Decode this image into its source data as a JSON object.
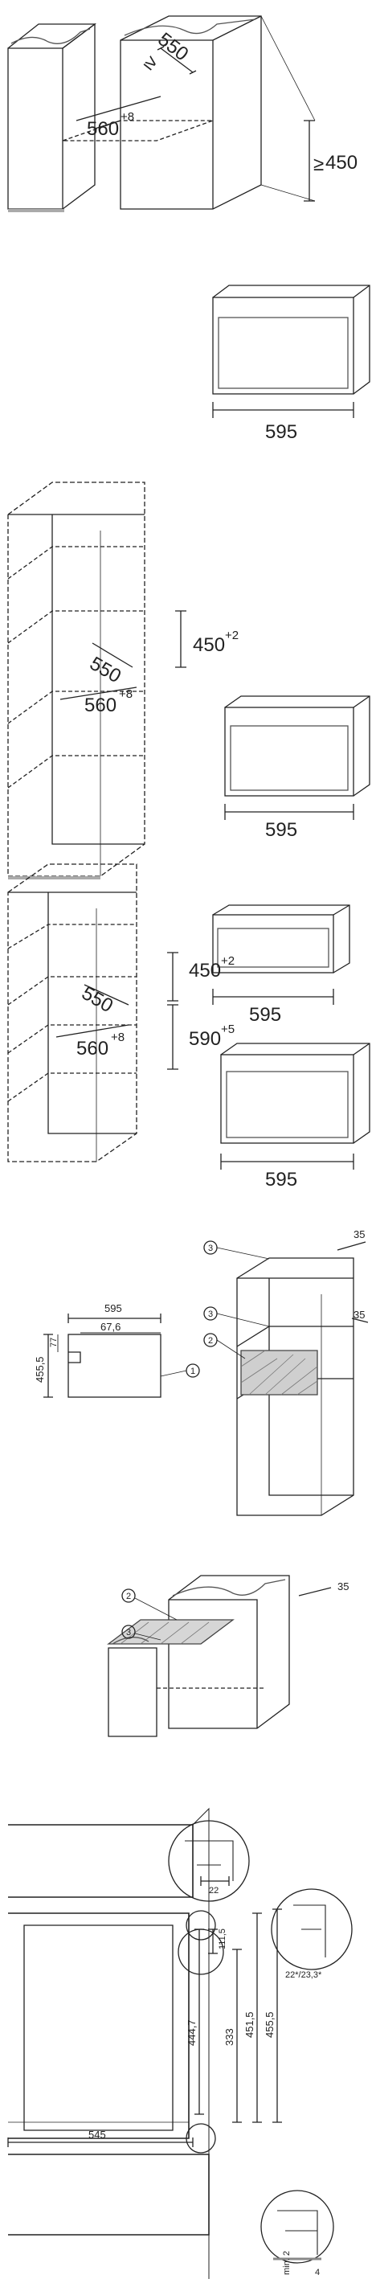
{
  "panel1": {
    "depth": "550",
    "width": "560",
    "width_tol": "+8",
    "height": "450"
  },
  "panel2": {
    "width": "595"
  },
  "panel3": {
    "depth": "550",
    "height": "450",
    "height_tol": "+2",
    "width": "560",
    "width_tol": "+8"
  },
  "panel4": {
    "width": "595"
  },
  "panel5": {
    "depth": "550",
    "height1": "450",
    "height1_tol": "+2",
    "height2": "590",
    "height2_tol": "+5",
    "width": "560",
    "width_tol": "+8"
  },
  "panel6": {
    "width": "595"
  },
  "panel7": {
    "width": "595"
  },
  "panel8": {
    "top_width": "595",
    "inner_width": "67,6",
    "gap": "77",
    "height": "455,5",
    "callout1": "1",
    "callout2": "2",
    "callout3a": "3",
    "callout3b": "3",
    "dim35a": "35",
    "dim35b": "35"
  },
  "panel9": {
    "callout2": "2",
    "callout3": "3",
    "dim35": "35"
  },
  "panel10": {
    "gap22": "22",
    "gap_detail": "22*/23,3*",
    "h1": "111,5",
    "h2": "444,7",
    "h3": "333",
    "h4": "451,5",
    "h5": "455,5",
    "depth": "545",
    "min_label": "min. 2",
    "four": "4"
  }
}
